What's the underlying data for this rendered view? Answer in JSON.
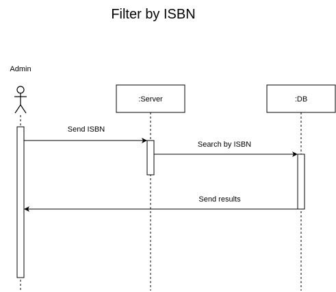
{
  "title": "Filter by ISBN",
  "participants": {
    "admin": {
      "label": "Admin"
    },
    "server": {
      "label": ":Server"
    },
    "db": {
      "label": ":DB"
    }
  },
  "messages": [
    {
      "label": "Send ISBN",
      "from": "Admin",
      "to": ":Server"
    },
    {
      "label": "Search by ISBN",
      "from": ":Server",
      "to": ":DB"
    },
    {
      "label": "Send results",
      "from": ":DB",
      "to": "Admin"
    }
  ],
  "colors": {
    "line": "#000000",
    "background": "#ffffff"
  }
}
